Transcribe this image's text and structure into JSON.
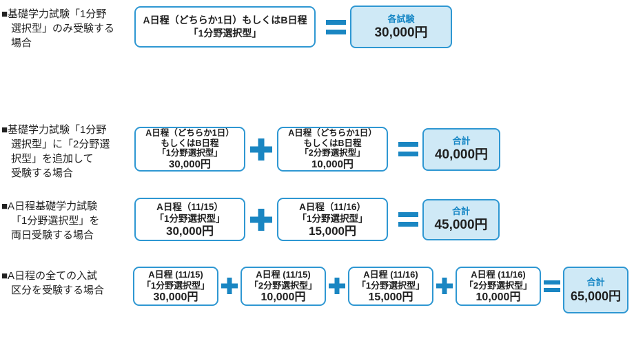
{
  "colors": {
    "accent_blue": "#1a86c2",
    "box_border_blue": "#2e97d2",
    "result_fill_blue": "#cfe9f6",
    "caption_blue": "#1787c5",
    "text_dark": "#1f1f1f"
  },
  "icons": {
    "plus": "+",
    "equals": "="
  },
  "rows": [
    {
      "label_lines": [
        "■基礎学力試験「1分野",
        "選択型」のみ受験する",
        "場合"
      ],
      "boxes": [
        {
          "lines": [
            "A日程（どちらか1日）もしくはB日程",
            "「1分野選択型」"
          ]
        }
      ],
      "result": {
        "caption": "各試験",
        "amount": "30,000円"
      }
    },
    {
      "label_lines": [
        "■基礎学力試験「1分野",
        "選択型」に「2分野選",
        "択型」を追加して",
        "受験する場合"
      ],
      "boxes": [
        {
          "lines": [
            "A日程（どちらか1日）",
            "もしくはB日程",
            "「1分野選択型」"
          ],
          "price": "30,000円"
        },
        {
          "lines": [
            "A日程（どちらか1日）",
            "もしくはB日程",
            "「2分野選択型」"
          ],
          "price": "10,000円"
        }
      ],
      "result": {
        "caption": "合計",
        "amount": "40,000円"
      }
    },
    {
      "label_lines": [
        "■A日程基礎学力試験",
        "「1分野選択型」を",
        "両日受験する場合"
      ],
      "boxes": [
        {
          "lines": [
            "A日程（11/15）",
            "「1分野選択型」"
          ],
          "price": "30,000円"
        },
        {
          "lines": [
            "A日程（11/16）",
            "「1分野選択型」"
          ],
          "price": "15,000円"
        }
      ],
      "result": {
        "caption": "合計",
        "amount": "45,000円"
      }
    },
    {
      "label_lines": [
        "■A日程の全ての入試",
        "区分を受験する場合"
      ],
      "boxes": [
        {
          "lines": [
            "A日程 (11/15)",
            "「1分野選択型」"
          ],
          "price": "30,000円"
        },
        {
          "lines": [
            "A日程 (11/15)",
            "「2分野選択型」"
          ],
          "price": "10,000円"
        },
        {
          "lines": [
            "A日程 (11/16)",
            "「1分野選択型」"
          ],
          "price": "15,000円"
        },
        {
          "lines": [
            "A日程 (11/16)",
            "「2分野選択型」"
          ],
          "price": "10,000円"
        }
      ],
      "result": {
        "caption": "合計",
        "amount": "65,000円"
      }
    }
  ]
}
